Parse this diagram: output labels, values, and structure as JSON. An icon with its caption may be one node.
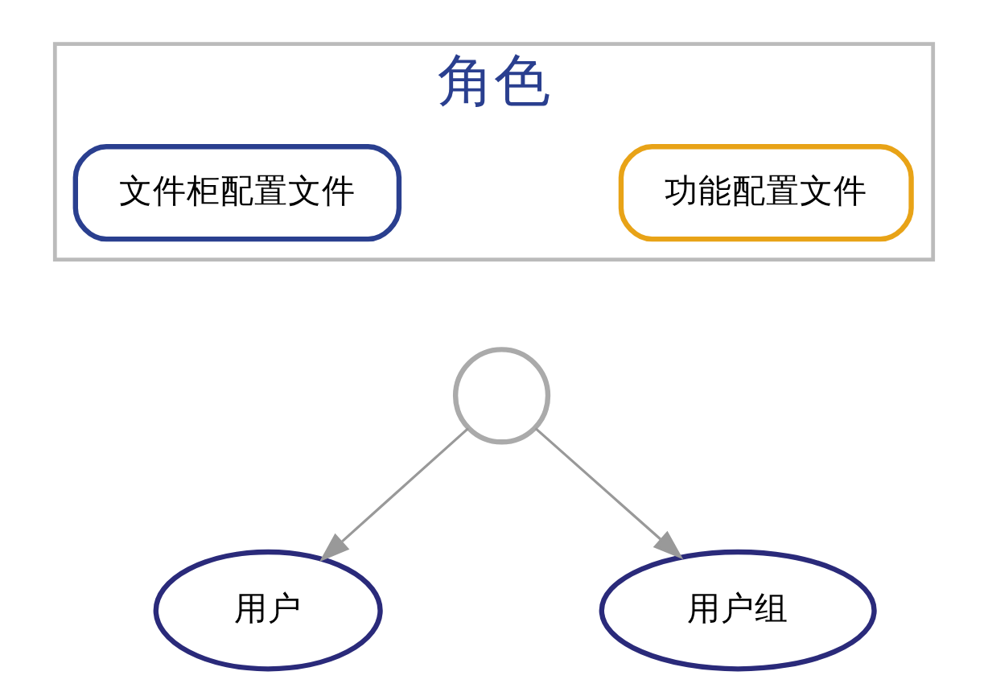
{
  "diagram": {
    "nodes": [
      {
        "text": [
          "角色"
        ]
      },
      {
        "text": [
          "功能配置文件"
        ],
        "in": 0
      },
      {
        "text": [
          "文件柜配置文件"
        ],
        "in": 0
      },
      {
        "text": [],
        "shape": "circle"
      },
      {
        "text": [
          "用户"
        ]
      },
      {
        "text": [
          "用户组"
        ]
      }
    ],
    "edges": [
      {
        "from": 3,
        "to": 4,
        "arrow": "to"
      },
      {
        "from": 3,
        "to": 5,
        "arrow": "to"
      }
    ]
  }
}
